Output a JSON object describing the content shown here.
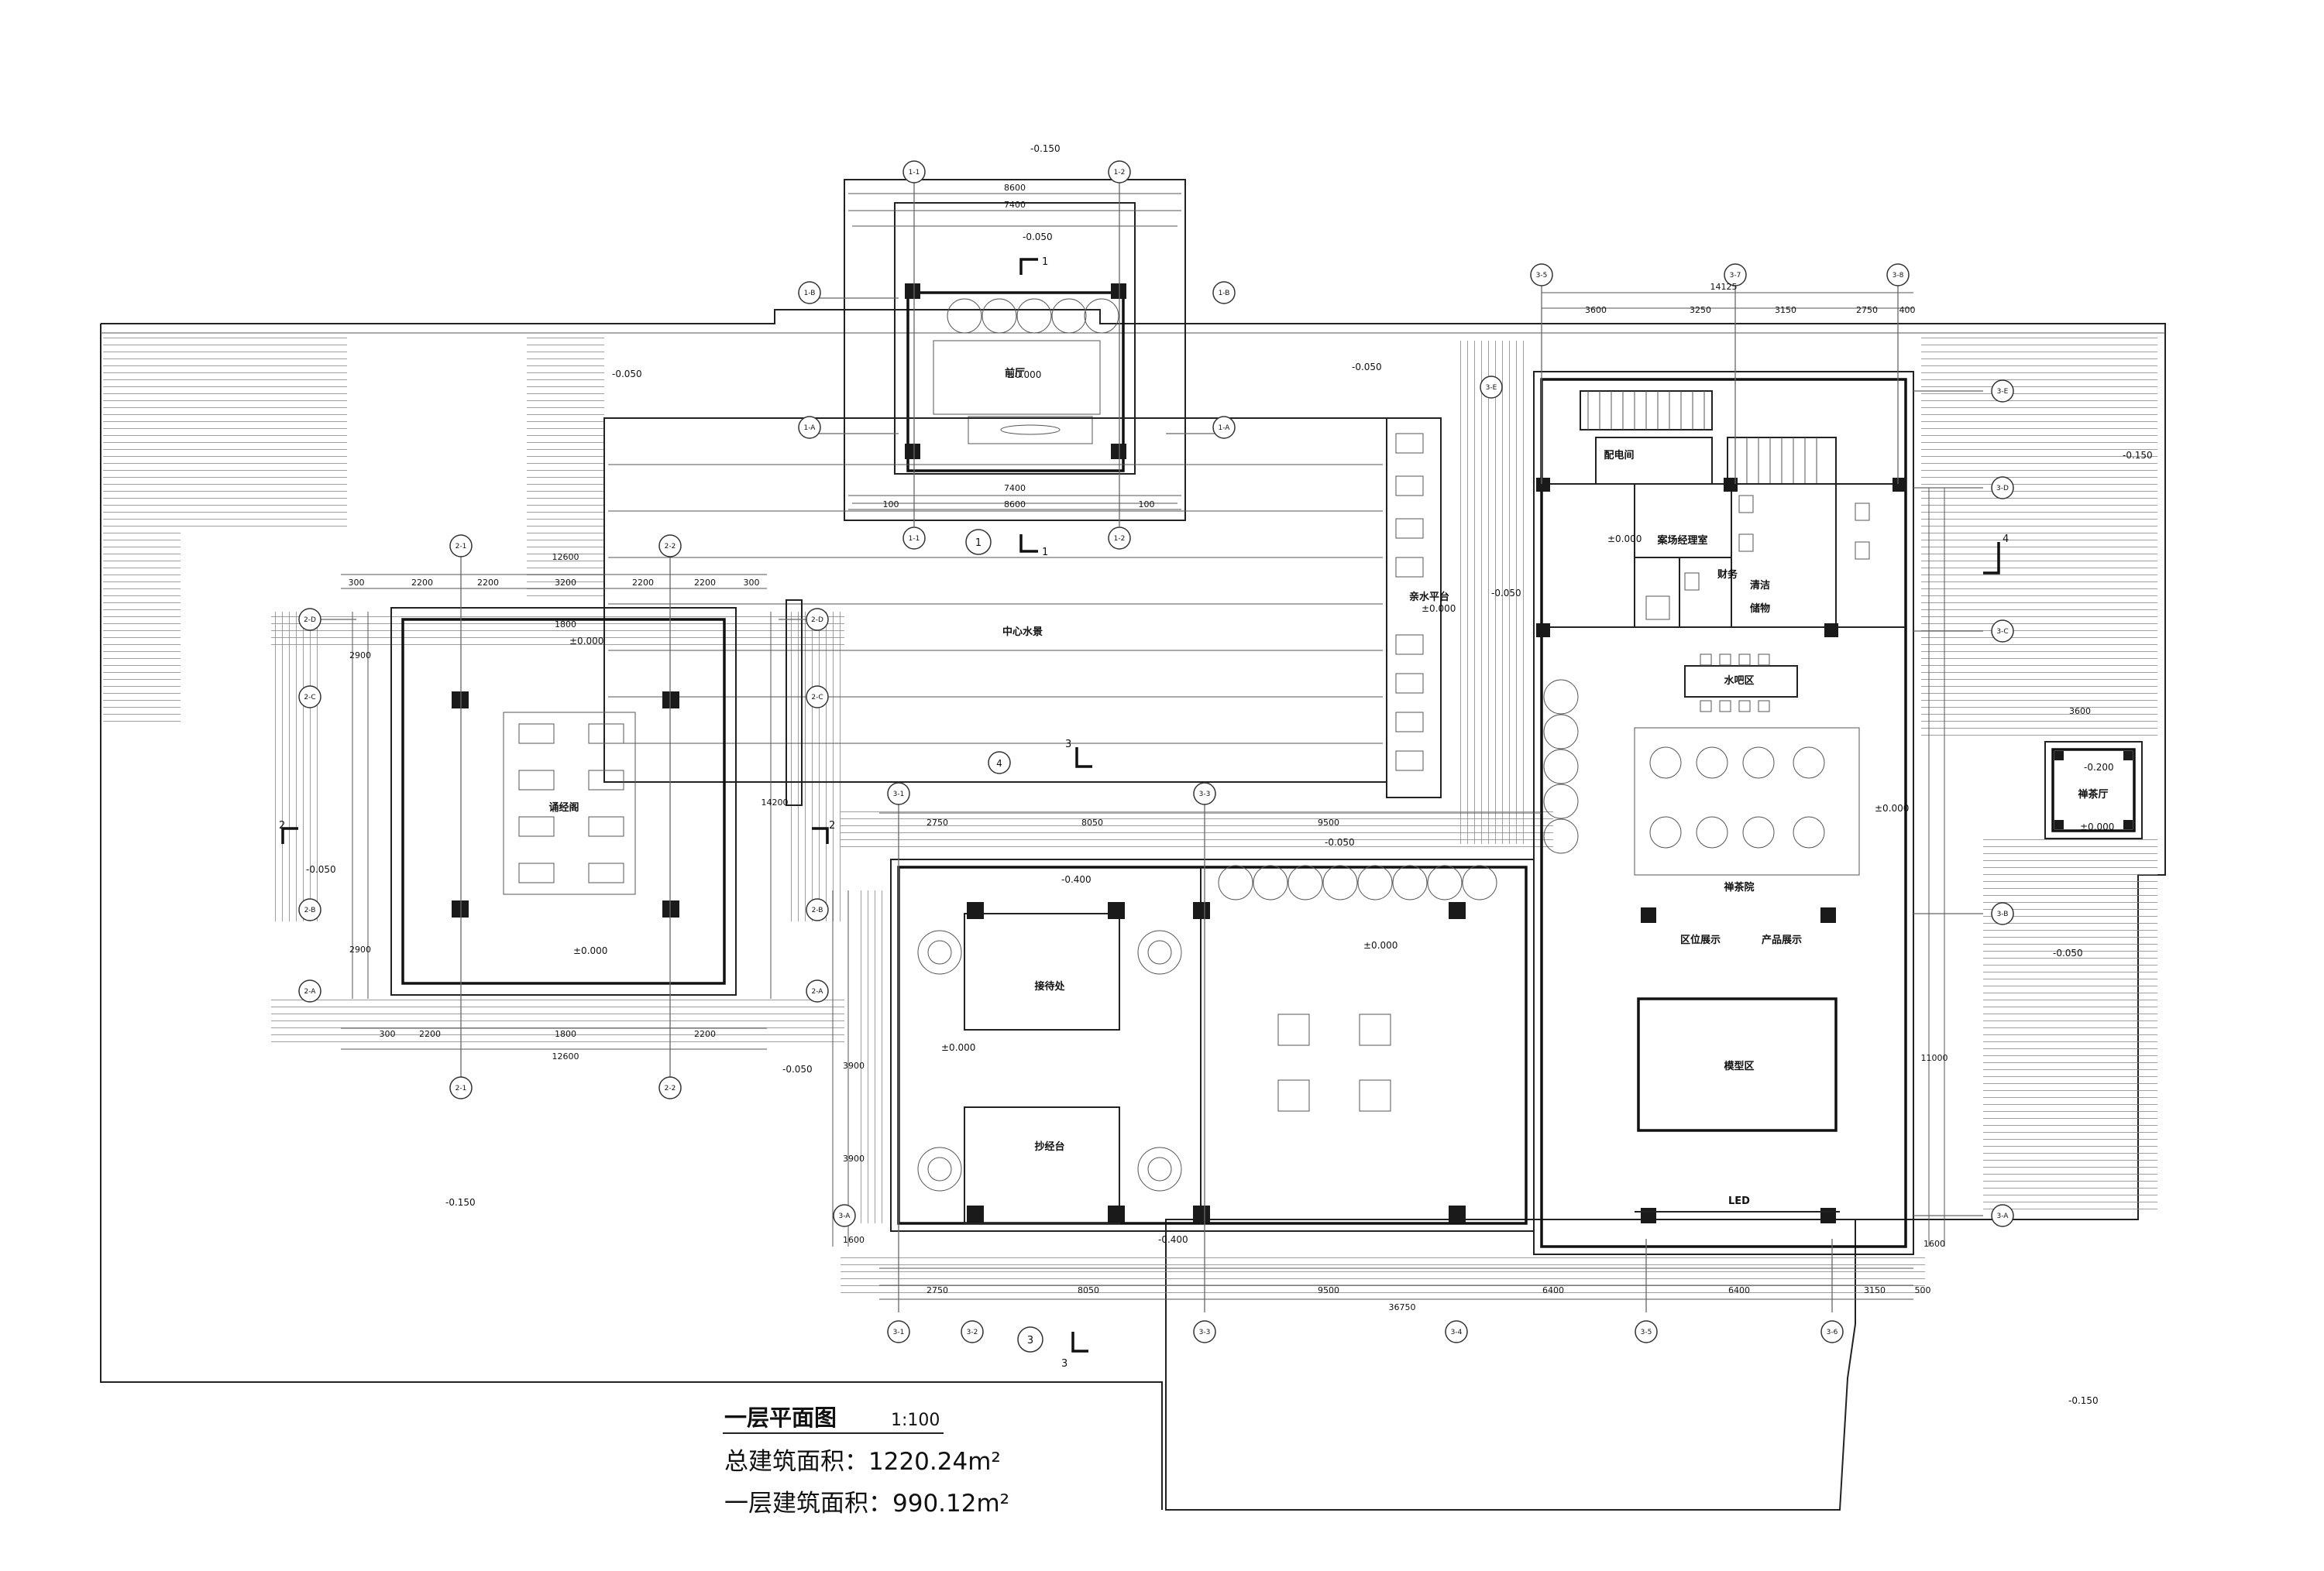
{
  "caption": {
    "title": "一层平面图",
    "scale": "1:100",
    "total_area": "总建筑面积：1220.24m²",
    "floor_area": "一层建筑面积：990.12m²"
  },
  "rooms": {
    "front_hall": "前厅",
    "center_water": "中心水景",
    "sutra_pavilion": "诵经阁",
    "water_platform": "亲水平台",
    "distribution_room": "配电间",
    "site_manager": "案场经理室",
    "finance": "财务",
    "cleaning": "清洁",
    "storage": "储物",
    "water_bar": "水吧区",
    "zen_tea_court": "禅茶院",
    "zen_tea_hall": "禅茶厅",
    "location_display": "区位展示",
    "product_display": "产品展示",
    "model_area": "模型区",
    "reception": "接待处",
    "scripture_desk": "抄经台",
    "led": "LED"
  },
  "elevations": {
    "e_m0150": "-0.150",
    "e_m0050": "-0.050",
    "e_pm0000": "±0.000",
    "e_m0400": "-0.400",
    "e_m0200": "-0.200"
  },
  "dimensions": {
    "d8600": "8600",
    "d7400": "7400",
    "d100": "100",
    "d14125": "14125",
    "d3600": "3600",
    "d3250": "3250",
    "d3150": "3150",
    "d2750": "2750",
    "d400": "400",
    "d12600": "12600",
    "d300": "300",
    "d2200": "2200",
    "d3200": "3200",
    "d1800": "1800",
    "d8050": "8050",
    "d9500": "9500",
    "d6400": "6400",
    "d36750": "36750",
    "d1600": "1600",
    "d11000": "11000",
    "d3900": "3900",
    "d2900": "2900",
    "d14200": "14200",
    "d500": "500"
  },
  "axes": {
    "a11": "1-1",
    "a12": "1-2",
    "a1A": "1-A",
    "a1B": "1-B",
    "a2A": "2-A",
    "a2B": "2-B",
    "a2C": "2-C",
    "a2D": "2-D",
    "a21": "2-1",
    "a22": "2-2",
    "a31": "3-1",
    "a32": "3-2",
    "a33": "3-3",
    "a34": "3-4",
    "a35": "3-5",
    "a36": "3-6",
    "a37": "3-7",
    "a38": "3-8",
    "a3A": "3-A",
    "a3B": "3-B",
    "a3C": "3-C",
    "a3D": "3-D",
    "a3E": "3-E"
  },
  "section_marks": {
    "s1": "1",
    "s2": "2",
    "s3": "3",
    "s4": "4"
  }
}
